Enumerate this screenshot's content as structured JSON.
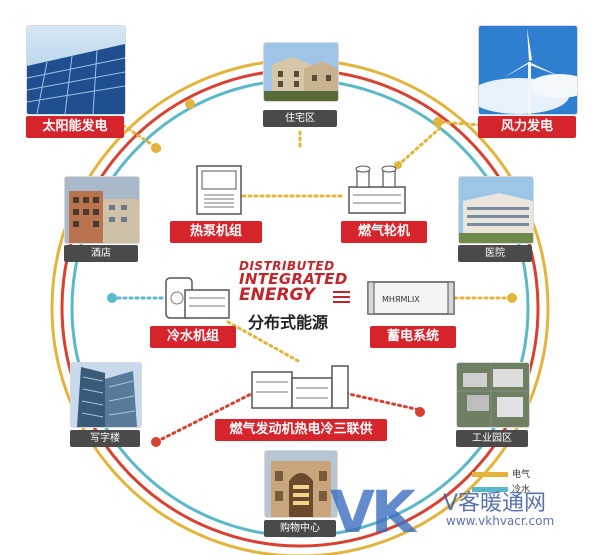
{
  "renewables": {
    "solar": "太阳能发电",
    "wind": "风力发电"
  },
  "buildings": {
    "residential": "住宅区",
    "hotel": "酒店",
    "hospital": "医院",
    "office": "写字楼",
    "industrial_park": "工业园区",
    "shopping_center": "购物中心"
  },
  "equipment": {
    "heat_pump": "热泵机组",
    "gas_turbine": "燃气轮机",
    "chiller": "冷水机组",
    "storage": "蓄电系统",
    "storage_panel_text": "MHЯMLIX",
    "gas_engine_cchp": "燃气发动机热电冷三联供"
  },
  "center": {
    "line1": "DISTRIBUTED",
    "line2": "INTEGRATED",
    "line3": "ENERGY",
    "chinese": "分布式能源"
  },
  "legend": {
    "electricity": "电气",
    "cooling": "冷水"
  },
  "watermark": {
    "logo": "VK",
    "name": "V客暖通网",
    "url": "www.vkhvacr.com"
  },
  "colors": {
    "label_red": "#d6242c",
    "ring_gold": "#e3b43b",
    "ring_red": "#d8402f",
    "ring_teal": "#5bb8c8"
  }
}
